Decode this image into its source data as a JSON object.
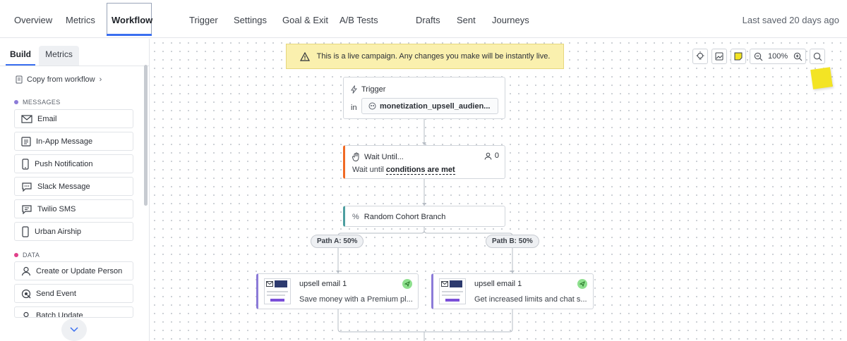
{
  "nav": {
    "items": [
      "Overview",
      "Metrics",
      "Workflow",
      "Trigger",
      "Settings",
      "Goal & Exit",
      "A/B Tests",
      "Drafts",
      "Sent",
      "Journeys"
    ],
    "active": "Workflow",
    "last_saved": "Last saved 20 days ago"
  },
  "sidebar": {
    "tabs": [
      "Build",
      "Metrics"
    ],
    "copy_from_workflow": "Copy from workflow",
    "sections": {
      "messages": {
        "title": "MESSAGES",
        "color": "#8c7bd8",
        "items": [
          {
            "label": "Email",
            "icon": "envelope-icon"
          },
          {
            "label": "In-App Message",
            "icon": "in-app-icon"
          },
          {
            "label": "Push Notification",
            "icon": "phone-icon"
          },
          {
            "label": "Slack Message",
            "icon": "chat-icon"
          },
          {
            "label": "Twilio SMS",
            "icon": "sms-icon"
          },
          {
            "label": "Urban Airship",
            "icon": "phone-icon"
          }
        ]
      },
      "data": {
        "title": "DATA",
        "color": "#e0408a",
        "items": [
          {
            "label": "Create or Update Person",
            "icon": "person-icon"
          },
          {
            "label": "Send Event",
            "icon": "event-icon"
          },
          {
            "label": "Batch Update",
            "icon": "person-icon"
          }
        ]
      }
    }
  },
  "canvas": {
    "banner": "This is a live campaign. Any changes you make will be instantly live.",
    "zoom": "100%",
    "trigger": {
      "title": "Trigger",
      "in_label": "in",
      "segment": "monetization_upsell_audien..."
    },
    "wait": {
      "title": "Wait Until...",
      "count": "0",
      "desc_prefix": "Wait until",
      "desc_bold": "conditions are met"
    },
    "branch": {
      "title": "Random Cohort Branch"
    },
    "paths": [
      {
        "label": "Path A: 50%",
        "email_name": "upsell email 1",
        "subject": "Save money with a Premium pl..."
      },
      {
        "label": "Path B: 50%",
        "email_name": "upsell email 1",
        "subject": "Get increased limits and chat s..."
      }
    ]
  },
  "colors": {
    "accent": "#3a6ff0",
    "wait_border": "#f06a24",
    "branch_border": "#4c9ea0",
    "email_border": "#8c7bd8",
    "banner_bg": "#faf0ae",
    "sticky_note": "#f3e424"
  }
}
